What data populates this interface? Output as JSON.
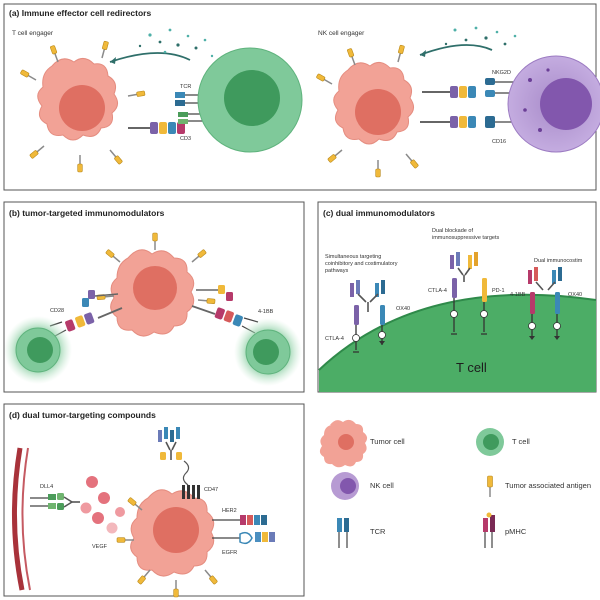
{
  "panels": {
    "a": {
      "title": "(a) Immune effector cell redirectors",
      "left_label": "T cell engager",
      "right_label": "NK cell engager",
      "tcr": "TCR",
      "cd3": "CD3",
      "nkg2d": "NKG2D",
      "cd16": "CD16"
    },
    "b": {
      "title": "(b) tumor-targeted immunomodulators",
      "cd28": "CD28",
      "ox4": "4-1BB"
    },
    "c": {
      "title": "(c) dual immunomodulators",
      "simultaneous": [
        "Simultaneous targeting",
        "coinhibitory and costimulatory",
        "pathways"
      ],
      "dual_blockade": [
        "Dual blockade of",
        "immunosuppressive targets"
      ],
      "dual_immunocostim": "Dual immunocostim",
      "ctla4_a": "CTLA-4",
      "ox40_a": "OX40",
      "ctla4_b": "CTLA-4",
      "pd1": "PD-1",
      "bb4": "4-1BB",
      "ox40_b": "OX40",
      "tcell": "T cell"
    },
    "d": {
      "title": "(d) dual tumor-targeting compounds",
      "dll4": "DLL4",
      "vegf": "VEGF",
      "cd47": "CD47",
      "her2": "HER2",
      "egfr": "EGFR"
    }
  },
  "legend": {
    "tumor": "Tumor cell",
    "tcell": "T cell",
    "nk": "NK cell",
    "taa": "Tumor associated antigen",
    "tcr": "TCR",
    "pmhc": "pMHC"
  },
  "colors": {
    "tumor_fill": "#f2a296",
    "tumor_nucleus": "#df6f62",
    "tcell_fill": "#7fc99a",
    "tcell_nucleus": "#3f9a5d",
    "nk_fill": "#b79bd3",
    "nk_nucleus": "#8257ad",
    "membrane": "#4cad66",
    "vessel": "#a8323a"
  }
}
